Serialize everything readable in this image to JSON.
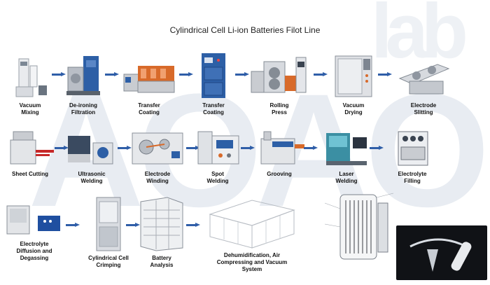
{
  "title": "Cylindrical Cell Li-ion Batteries Filot Line",
  "watermark": "AOAO",
  "watermark_tail": "lab",
  "steps": [
    {
      "label": "Vacuum\nMixing",
      "icon": "vacuum-mixer-icon"
    },
    {
      "label": "De-ironing\nFiltration",
      "icon": "filtration-machine-icon"
    },
    {
      "label": "Transfer\nCoating",
      "icon": "coating-machine-icon"
    },
    {
      "label": "Transfer\nCoating",
      "icon": "coating-cabinet-icon"
    },
    {
      "label": "Rolling\nPress",
      "icon": "rolling-press-icon"
    },
    {
      "label": "Vacuum\nDrying",
      "icon": "drying-oven-icon"
    },
    {
      "label": "Electrode\nSlitting",
      "icon": "slitting-machine-icon"
    },
    {
      "label": "Sheet Cutting",
      "icon": "cutting-machine-icon"
    },
    {
      "label": "Ultrasonic\nWelding",
      "icon": "ultrasonic-welder-icon"
    },
    {
      "label": "Electrode\nWinding",
      "icon": "winding-machine-icon"
    },
    {
      "label": "Spot\nWelding",
      "icon": "spot-welder-icon"
    },
    {
      "label": "Grooving",
      "icon": "grooving-machine-icon"
    },
    {
      "label": "Laser\nWelding",
      "icon": "laser-welder-icon"
    },
    {
      "label": "Electrolyte\nFilling",
      "icon": "filling-machine-icon"
    },
    {
      "label": "Electrolyte\nDiffusion and\nDegassing",
      "icon": "degassing-machine-icon"
    },
    {
      "label": "Cylindrical Cell\nCrimping",
      "icon": "crimping-machine-icon"
    },
    {
      "label": "Battery\nAnalysis",
      "icon": "battery-analyzer-icon"
    },
    {
      "label": "Dehumidification, Air\nCompressing and Vacuum\nSystem",
      "icon": "dry-room-icon"
    }
  ],
  "colors": {
    "arrow": "#2f5ea8",
    "machine_blue": "#2d5fa6",
    "machine_grey": "#c9ccd1",
    "machine_orange": "#d86a2a"
  }
}
